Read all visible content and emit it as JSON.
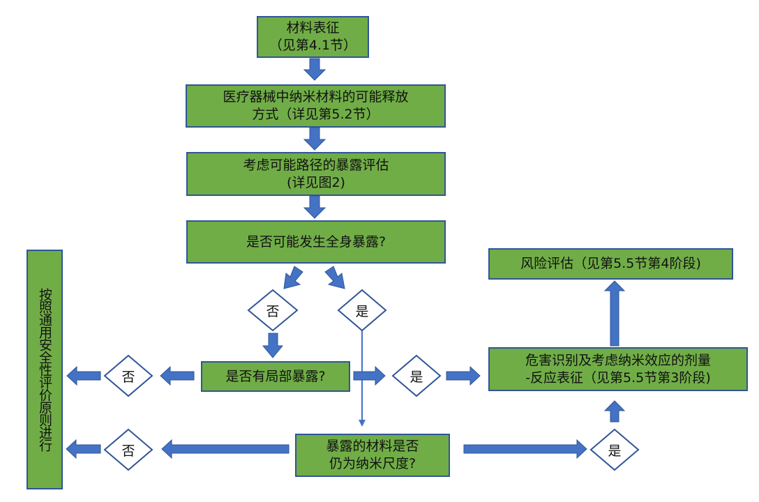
{
  "diagram": {
    "nodes": {
      "characterization": "材料表征\n（见第4.1节）",
      "release_mode": "医疗器械中纳米材料的可能释放\n方式（详见第5.2节）",
      "exposure_assessment": "考虑可能路径的暴露评估\n(详见图2)",
      "systemic_exposure_q": "是否可能发生全身暴露?",
      "local_exposure_q": "是否有局部暴露?",
      "nanoscale_q": "暴露的材料是否\n仍为纳米尺度?",
      "general_safety": "按照通用安全性评价原则进行",
      "hazard_identification": "危害识别及考虑纳米效应的剂量\n-反应表征（见第5.5节第3阶段)",
      "risk_assessment": "风险评估（见第5.5节第4阶段)"
    },
    "decisions": {
      "systemic_no": "否",
      "systemic_yes": "是",
      "local_no": "否",
      "local_yes": "是",
      "nanoscale_no": "否",
      "nanoscale_yes": "是"
    },
    "colors": {
      "box_fill": "#70ad47",
      "box_border": "#2f5597",
      "arrow": "#4472c4"
    }
  }
}
